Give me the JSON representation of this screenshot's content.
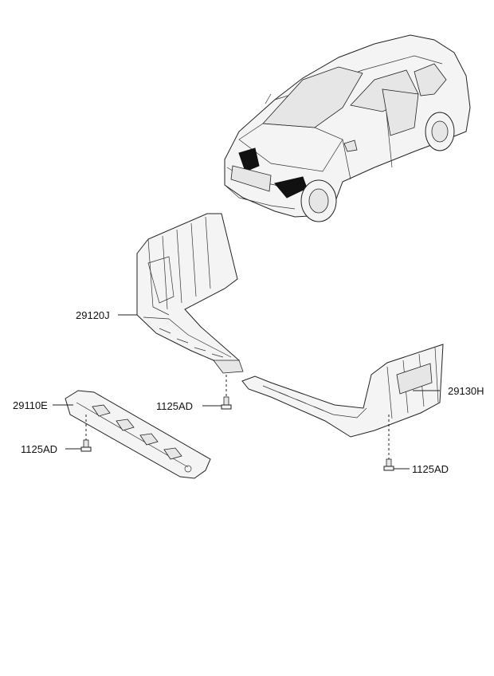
{
  "labels": {
    "rear_cover": "29120J",
    "side_cover": "29130H",
    "front_cover": "29110E",
    "bolt_center": "1125AD",
    "bolt_left": "1125AD",
    "bolt_right": "1125AD"
  },
  "colors": {
    "line": "#222222",
    "background": "#ffffff"
  }
}
